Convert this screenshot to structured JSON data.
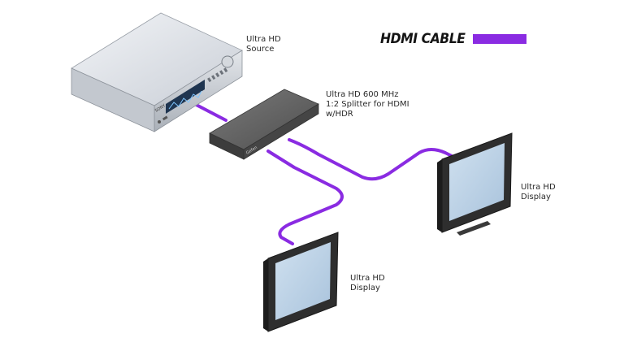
{
  "legend": {
    "title": "HDMI CABLE",
    "cable_color": "#8a2be2"
  },
  "colors": {
    "cable": "#8a2be2",
    "screen": "#bcd3e8",
    "frame": "#2e2e2e",
    "source_body": "#d9dde3",
    "splitter_body": "#5a5a5a"
  },
  "source": {
    "line1": "Ultra HD",
    "line2": "Source",
    "brand": "SONY"
  },
  "splitter": {
    "line1": "Ultra HD 600 MHz",
    "line2": "1:2 Splitter for HDMI",
    "line3": "w/HDR",
    "brand": "Gefen"
  },
  "display_right": {
    "line1": "Ultra HD",
    "line2": "Display"
  },
  "display_bottom": {
    "line1": "Ultra HD",
    "line2": "Display"
  }
}
